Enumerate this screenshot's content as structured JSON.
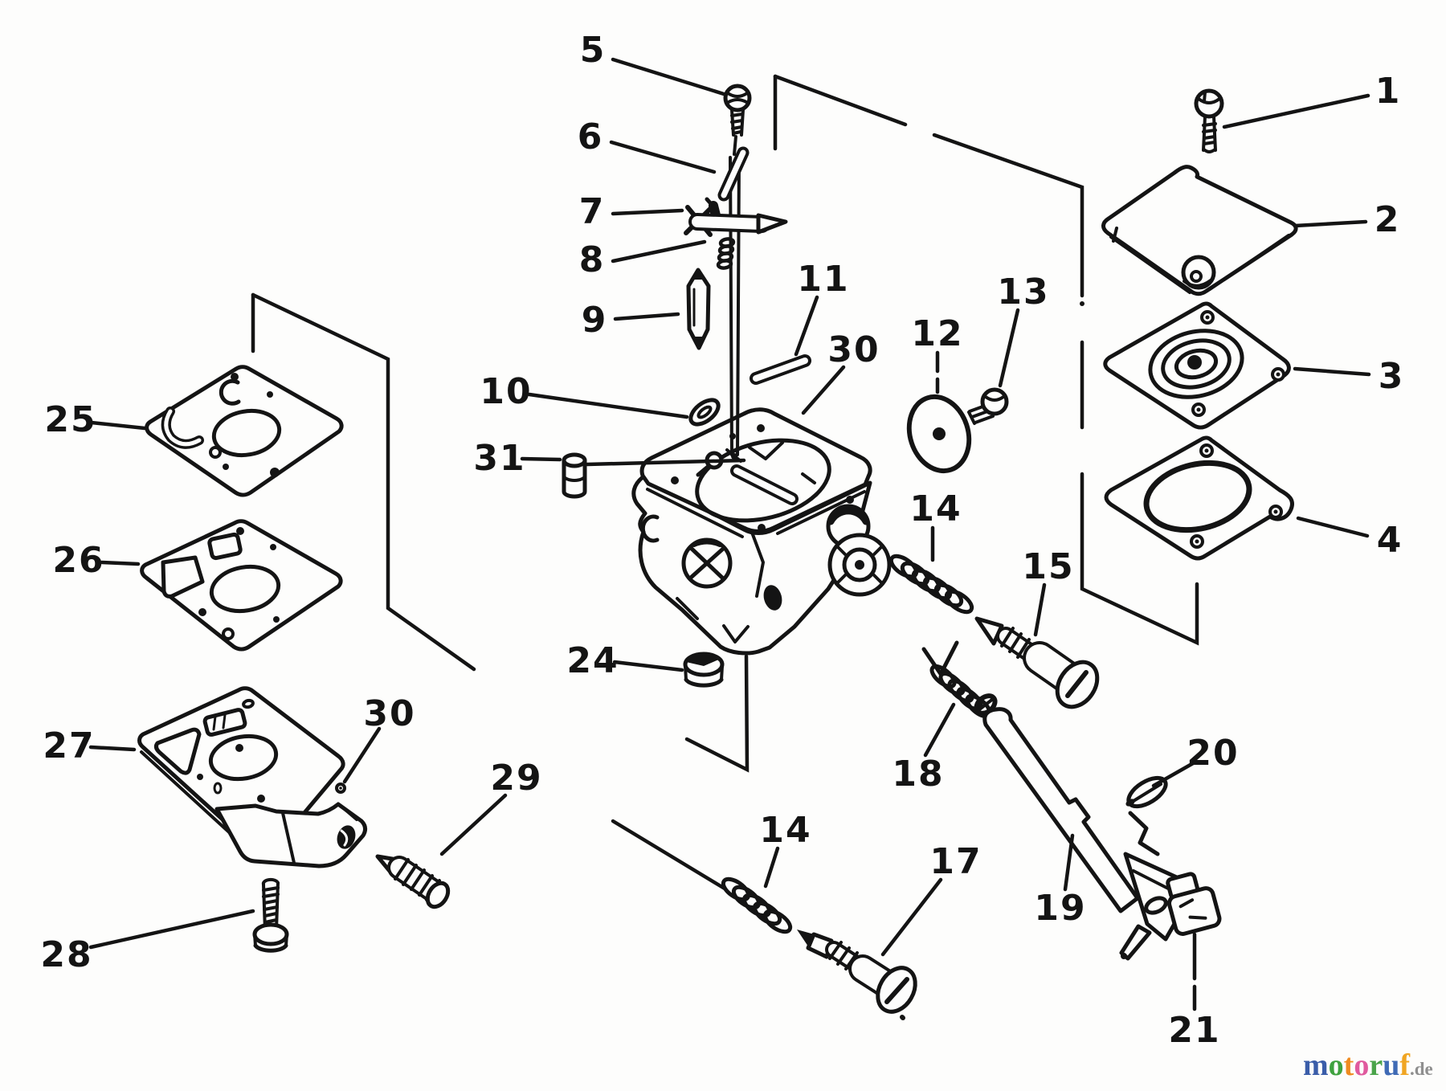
{
  "page": {
    "background": "#fdfdfc",
    "ink_color": "#141414",
    "kind": "exploded parts diagram (carburetor)"
  },
  "diagram": {
    "callouts": {
      "c1": "1",
      "c2": "2",
      "c3": "3",
      "c4": "4",
      "c5": "5",
      "c6": "6",
      "c7": "7",
      "c8": "8",
      "c9": "9",
      "c10": "10",
      "c11": "11",
      "c12": "12",
      "c13": "13",
      "c14a": "14",
      "c14b": "14",
      "c15": "15",
      "c17": "17",
      "c18": "18",
      "c19": "19",
      "c20": "20",
      "c21": "21",
      "c24": "24",
      "c25": "25",
      "c26": "26",
      "c27": "27",
      "c28": "28",
      "c29": "29",
      "c30a": "30",
      "c30b": "30",
      "c31": "31"
    }
  },
  "watermark": {
    "l1": {
      "ch": "m",
      "color": "#3a5da9"
    },
    "l2": {
      "ch": "o",
      "color": "#3fa23f"
    },
    "l3": {
      "ch": "t",
      "color": "#ef8b1f"
    },
    "l4": {
      "ch": "o",
      "color": "#e05a9e"
    },
    "l5": {
      "ch": "r",
      "color": "#4aa44a"
    },
    "l6": {
      "ch": "u",
      "color": "#3f6ab5"
    },
    "l7": {
      "ch": "f",
      "color": "#f0a522"
    },
    "suffix": {
      "text": ".de",
      "color": "#8f8f8f"
    }
  }
}
